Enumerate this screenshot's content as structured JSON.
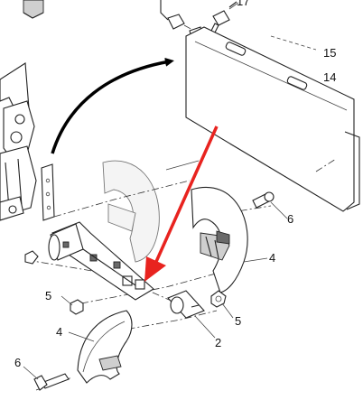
{
  "callouts": {
    "c17": "17",
    "c15": "15",
    "c14": "14",
    "c6a": "6",
    "c4a": "4",
    "c5a": "5",
    "c5b": "5",
    "c2": "2",
    "c4b": "4",
    "c6b": "6"
  },
  "colors": {
    "pointer_arrow": "#e8231f",
    "curved_arrow": "#000000",
    "linework": "#222222"
  }
}
